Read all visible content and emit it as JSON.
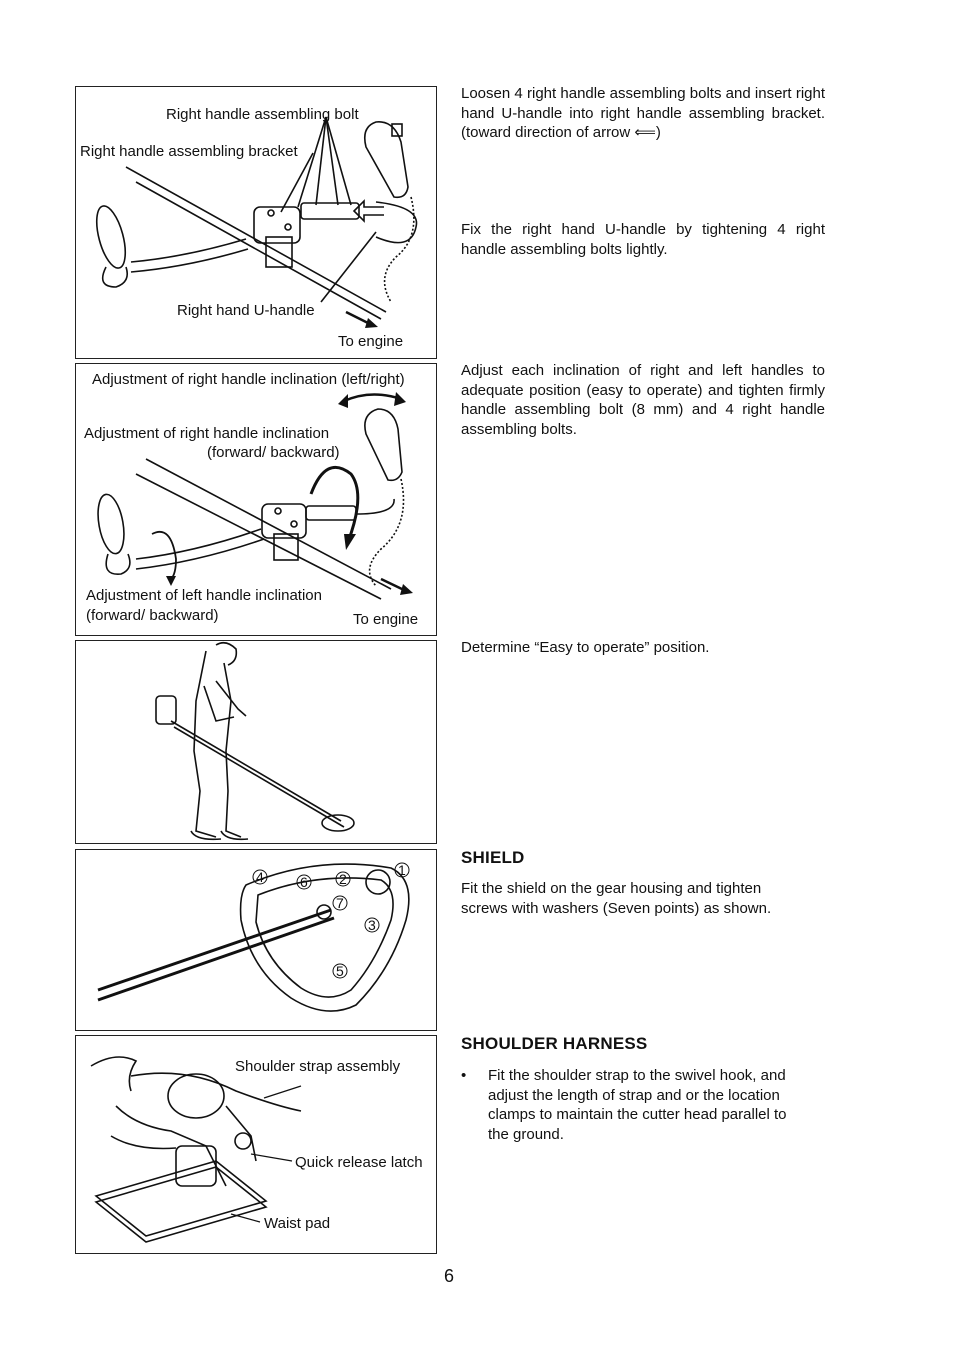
{
  "figures": {
    "fig1": {
      "bolt_label": "Right handle assembling bolt",
      "bracket_label": "Right handle assembling bracket",
      "uhandle_label": "Right hand U-handle",
      "engine_label": "To engine"
    },
    "fig2": {
      "lr_label": "Adjustment of right handle inclination (left/right)",
      "fb_label_line1": "Adjustment of right handle inclination",
      "fb_label_line2": "(forward/ backward)",
      "left_label_line1": "Adjustment of left handle inclination",
      "left_label_line2": "(forward/ backward)",
      "engine_label": "To engine"
    },
    "fig4": {
      "points": [
        "1",
        "2",
        "3",
        "4",
        "5",
        "6",
        "7"
      ]
    },
    "fig5": {
      "strap_label": "Shoulder strap assembly",
      "latch_label": "Quick release latch",
      "pad_label": "Waist pad"
    }
  },
  "text": {
    "step1": "Loosen 4 right handle assembling bolts and insert right hand U-handle into right handle assembling bracket. (toward direction of arrow ",
    "step1_arrow": "⟸",
    "step1_close": ")",
    "step2": "Fix the right hand U-handle by tightening 4 right handle assembling bolts lightly.",
    "step3": "Adjust each inclination of right and left handles to adequate position (easy to operate) and tighten firmly handle assembling bolt (8 mm) and 4 right handle assembling bolts.",
    "step4": "Determine “Easy to operate” position.",
    "shield_heading": "SHIELD",
    "shield_text": "Fit the shield on the gear housing and tighten screws with washers (Seven points) as shown.",
    "harness_heading": "SHOULDER HARNESS",
    "harness_bullet": "•",
    "harness_text": "Fit the shoulder strap to the swivel hook, and adjust the length of strap and or the location clamps to maintain the cutter head parallel to the ground."
  },
  "page_number": "6"
}
